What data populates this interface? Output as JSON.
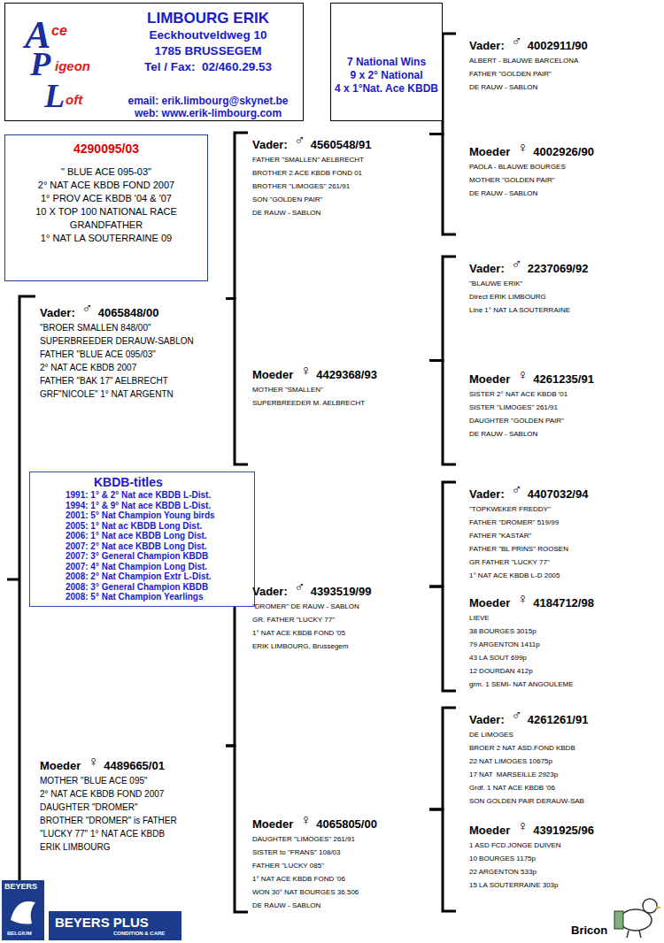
{
  "diagram": {
    "nodes": [
      {
        "text": [
          "LIMBOURG ERIK",
          "Eeckhoutveldweg 10",
          "1785 BRUSSEGEM",
          "Tel / Fax:  02/460.29.53",
          "email: erik.limbourg@skynet.be",
          "web: www.erik-limbourg.com"
        ]
      },
      {
        "text": [
          "7 National Wins",
          "9 x 2° National",
          "4 x 1°Nat. Ace KBDB"
        ]
      },
      {
        "text": [
          "Vader:",
          "♂",
          "4002911/90",
          "ALBERT - BLAUWE BARCELONA",
          "FATHER \"GOLDEN PAIR\"",
          "DE RAUW - SABLON"
        ]
      },
      {
        "text": [
          "4290095/03",
          "\" BLUE ACE 095-03\"",
          "2° NAT ACE KBDB FOND 2007",
          "1° PROV ACE KBDB '04 & '07",
          "10 X TOP 100 NATIONAL RACE",
          "GRANDFATHER",
          "1° NAT LA SOUTERRAINE 09"
        ]
      },
      {
        "text": [
          "Vader:",
          "♂",
          "4560548/91",
          "FATHER \"SMALLEN\" AELBRECHT",
          "BROTHER 2 ACE KBDB FOND 01",
          "BROTHER \"LIMOGES\" 261/91",
          "SON \"GOLDEN PAIR\"",
          "DE RAUW - SABLON"
        ]
      },
      {
        "text": [
          "Moeder",
          "♀",
          "4002926/90",
          "PAOLA - BLAUWE BOURGES",
          "MOTHER \"GOLDEN PAIR\"",
          "DE RAUW - SABLON"
        ]
      },
      {
        "text": [
          "Vader:",
          "♂",
          "2237069/92",
          "\"BLAUWE ERIK\"",
          "Direct ERIK LIMBOURG",
          "Line 1° NAT LA SOUTERRAINE"
        ]
      },
      {
        "text": [
          "Vader:",
          "♂",
          "4065848/00",
          "\"BROER SMALLEN 848/00\"",
          "SUPERBREEDER DERAUW-SABLON",
          "FATHER \"BLUE ACE 095/03\"",
          "2° NAT ACE KBDB 2007",
          "FATHER \"BAK 17\" AELBRECHT",
          "GRF\"NICOLE\" 1° NAT ARGENTN"
        ]
      },
      {
        "text": [
          "Moeder",
          "♀",
          "4429368/93",
          "MOTHER \"SMALLEN\"",
          "SUPERBREEDER M. AELBRECHT"
        ]
      },
      {
        "text": [
          "Moeder",
          "♀",
          "4261235/91",
          "SISTER 2° NAT ACE KBDB '01",
          "SISTER \"LIMOGES\" 261/91",
          "DAUGHTER \"GOLDEN PAIR\"",
          "DE RAUW - SABLON"
        ]
      },
      {
        "text": [
          "KBDB-titles",
          "1991: 1° & 2° Nat ace KBDB L-Dist.",
          "1994: 1° & 9° Nat ace KBDB L-Dist.",
          "2001: 5° Nat Champion Young birds",
          "2005: 1° Nat ac KBDB Long Dist.",
          "2006: 1° Nat ace KBDB Long Dist.",
          "2007: 2° Nat ace KBDB Long Dist.",
          "2007: 3° General Champion KBDB",
          "2007: 4° Nat Champion Long Dist.",
          "2008: 2° Nat Champion Extr L-Dist.",
          "2008: 3° General Champion KBDB",
          "2008: 5° Nat Champion Yearlings"
        ]
      },
      {
        "text": [
          "Vader:",
          "♂",
          "4407032/94",
          "\"TOPKWEKER FREDDY\"",
          "FATHER \"DROMER\" 519/99",
          "FATHER \"KASTAR\"",
          "FATHER \"BL PRINS\" ROOSEN",
          "GR FATHER \"LUCKY 77\"",
          "1° NAT ACE KBDB L-D 2005"
        ]
      },
      {
        "text": [
          "Vader:",
          "♂",
          "4393519/99",
          "\"DROMER\" DE RAUW - SABLON",
          "GR. FATHER \"LUCKY 77\"",
          "1° NAT ACE KBDB FOND '05",
          "ERIK LIMBOURG, Brussegem"
        ]
      },
      {
        "text": [
          "Moeder",
          "♀",
          "4184712/98",
          "LIEVE",
          "38 BOURGES 3015p",
          "79 ARGENTON 1411p",
          "43 LA SOUT 699p",
          "12 DOURDAN 412p",
          "grm. 1 SEMI- NAT ANGOULEME"
        ]
      },
      {
        "text": [
          "Vader:",
          "♂",
          "4261261/91",
          "DE LIMOGES",
          "BROER 2 NAT ASD.FOND KBDB",
          "22 NAT LIMOGES 10675p",
          "17 NAT  MARSEILLE 2923p",
          "Grdf. 1 NAT ACE KBDB '06",
          "SON GOLDEN PAIR DERAUW-SAB"
        ]
      },
      {
        "text": [
          "Moeder",
          "♀",
          "4489665/01",
          "MOTHER \"BLUE ACE 095\"",
          "2° NAT ACE KBDB FOND 2007",
          "DAUGHTER \"DROMER\"",
          "BROTHER \"DROMER\" is FATHER",
          "\"LUCKY 77\" 1° NAT ACE KBDB",
          "ERIK LIMBOURG"
        ]
      },
      {
        "text": [
          "Moeder",
          "♀",
          "4065805/00",
          "DAUGHTER \"LIMOGES\" 261/91",
          "SISTER to \"FRANS\" 108/03",
          "FATHER \"LUCKY 085\"",
          "1° NAT ACE KBDB FOND '06",
          "WON 30° NAT BOURGES 36.506",
          "DE RAUW - SABLON"
        ]
      },
      {
        "text": [
          "Moeder",
          "♀",
          "4391925/96",
          "1 ASD FCD.JONGE DUIVEN",
          "10 BOURGES 1175p",
          "22 ARGENTON 533p",
          "15 LA SOUTERRAINE 303p"
        ]
      }
    ],
    "edges": [
      {
        "from": 7,
        "to": 4,
        "arrow": "none"
      },
      {
        "from": 7,
        "to": 8,
        "arrow": "none"
      },
      {
        "from": 15,
        "to": 12,
        "arrow": "none"
      },
      {
        "from": 15,
        "to": 16,
        "arrow": "none"
      },
      {
        "from": 4,
        "to": 2,
        "arrow": "none"
      },
      {
        "from": 4,
        "to": 5,
        "arrow": "none"
      },
      {
        "from": 8,
        "to": 6,
        "arrow": "none"
      },
      {
        "from": 8,
        "to": 9,
        "arrow": "none"
      },
      {
        "from": 12,
        "to": 11,
        "arrow": "none"
      },
      {
        "from": 12,
        "to": 13,
        "arrow": "none"
      },
      {
        "from": 16,
        "to": 14,
        "arrow": "none"
      },
      {
        "from": 16,
        "to": 17,
        "arrow": "none"
      }
    ],
    "labels": [
      "A",
      "ce",
      "P",
      "igeon",
      "L",
      "oft",
      "BEYERS",
      "BELGIUM",
      "BEYERS PLUS",
      "CONDITION & CARE",
      "Bricon"
    ]
  }
}
